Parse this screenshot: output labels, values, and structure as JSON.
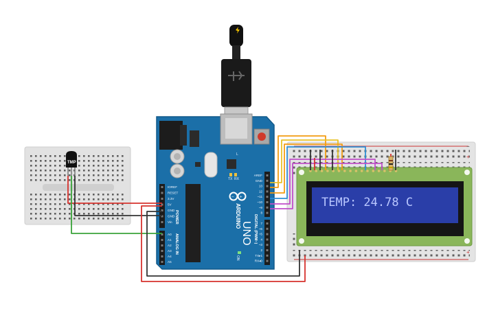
{
  "sensor": {
    "label": "TMP"
  },
  "arduino": {
    "brand": "ARDUINO",
    "model": "UNO",
    "tx_label": "TX",
    "rx_label": "RX",
    "l_label": "L",
    "on_label": "ON",
    "power_section": "POWER",
    "analog_section": "ANALOG IN",
    "digital_section": "DIGITAL (PWM~)",
    "power_pins": [
      "IOREF",
      "RESET",
      "3.3V",
      "5V",
      "GND",
      "GND",
      "Vin"
    ],
    "analog_pins": [
      "A0",
      "A1",
      "A2",
      "A3",
      "A4",
      "A5"
    ],
    "digital_top_pins": [
      "AREF",
      "GND",
      "13",
      "12",
      "~11",
      "~10",
      "~9",
      "8"
    ],
    "digital_bottom_pins": [
      "7",
      "~6",
      "~5",
      "4",
      "~3",
      "2",
      "TX▸1",
      "RX◂0"
    ]
  },
  "lcd": {
    "text": "TEMP: 24.78 C"
  },
  "colors": {
    "board": "#1b6fa8",
    "breadboard": "#dedede",
    "lcd_pcb": "#8ab65a",
    "lcd_screen": "#2a3ea8",
    "lcd_text": "#b9c7ff",
    "wire_red": "#d6322d",
    "wire_black": "#333333",
    "wire_green": "#3aa33a",
    "wire_orange": "#f39c12",
    "wire_yellow": "#e8c22a",
    "wire_blue": "#2d8fd6",
    "wire_purple": "#c04fc9"
  }
}
